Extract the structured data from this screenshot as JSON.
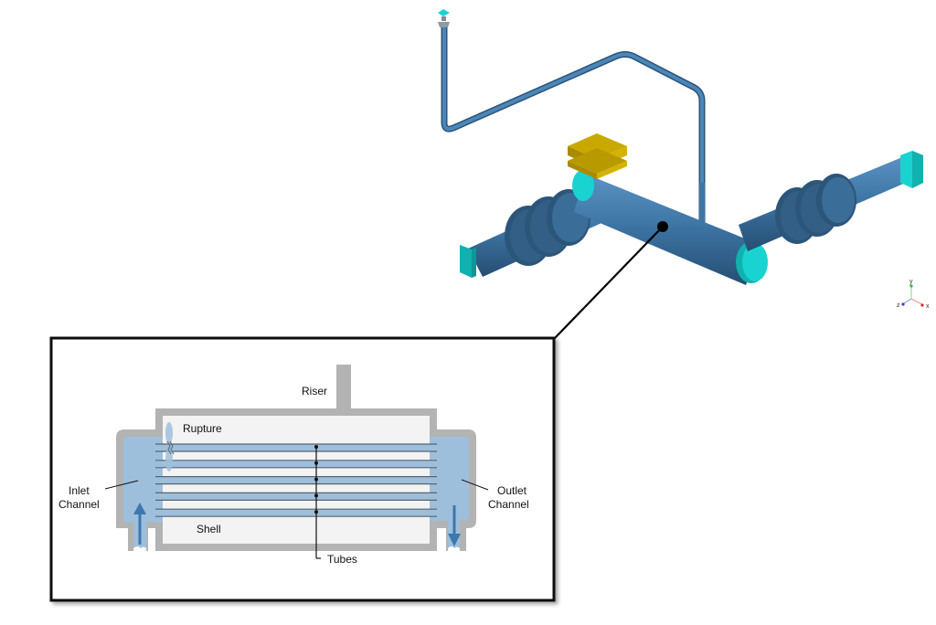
{
  "figure": {
    "model_3d": {
      "description": "3D pipe model of heat exchanger with riser line",
      "colors": {
        "pipe": "#3e76a6",
        "pipe_dark": "#2d5a80",
        "flange": "#2f5b82",
        "cap": "#19d3d0",
        "cap_dark": "#10b1ae",
        "support": "#c9a800",
        "support_dark": "#a88b00"
      },
      "axes": {
        "x": "x",
        "y": "y",
        "z": "z",
        "x_color": "#d9262b",
        "y_color": "#2fbf3b",
        "z_color": "#2444d6"
      }
    },
    "inset": {
      "labels": {
        "riser": "Riser",
        "rupture": "Rupture",
        "inlet": [
          "Inlet",
          "Channel"
        ],
        "outlet": [
          "Outlet",
          "Channel"
        ],
        "shell": "Shell",
        "tubes": "Tubes"
      },
      "tube_count": 5,
      "colors": {
        "wall": "#b3b3b3",
        "shell_fill": "#f3f3f3",
        "fluid": "#9dbfdc",
        "arrow": "#3d77ae",
        "tube_line": "#5a6470",
        "frame": "#111111"
      }
    }
  }
}
